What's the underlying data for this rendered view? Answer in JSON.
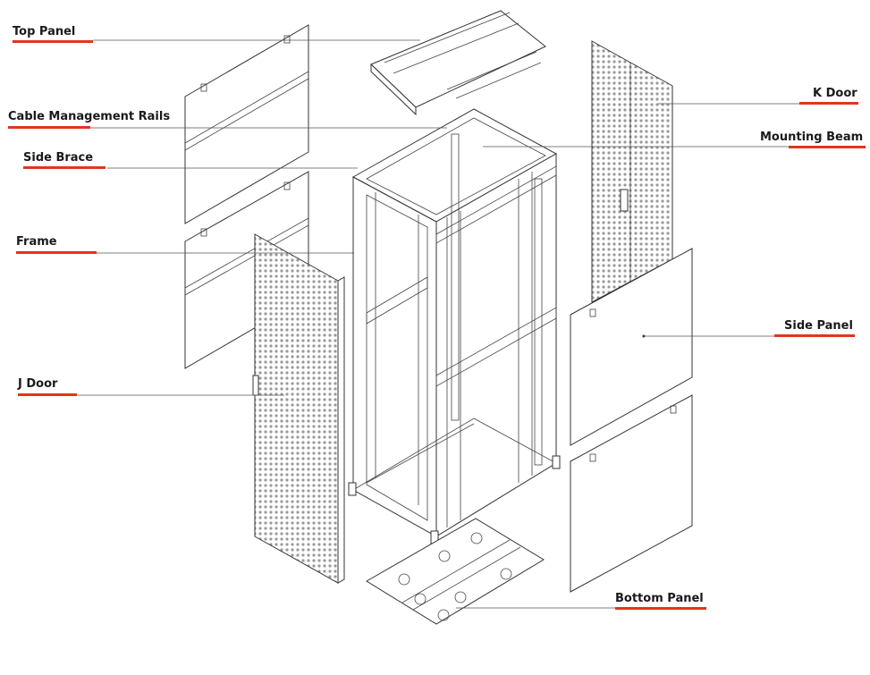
{
  "labels": {
    "top_panel": "Top Panel",
    "cable_management_rails": "Cable Management Rails",
    "side_brace": "Side Brace",
    "frame": "Frame",
    "j_door": "J Door",
    "k_door": "K Door",
    "mounting_beam": "Mounting Beam",
    "side_panel": "Side Panel",
    "bottom_panel": "Bottom Panel"
  },
  "colors": {
    "accent_underline": "#e0361a",
    "line": "#333333",
    "text": "#1a1a1a"
  }
}
